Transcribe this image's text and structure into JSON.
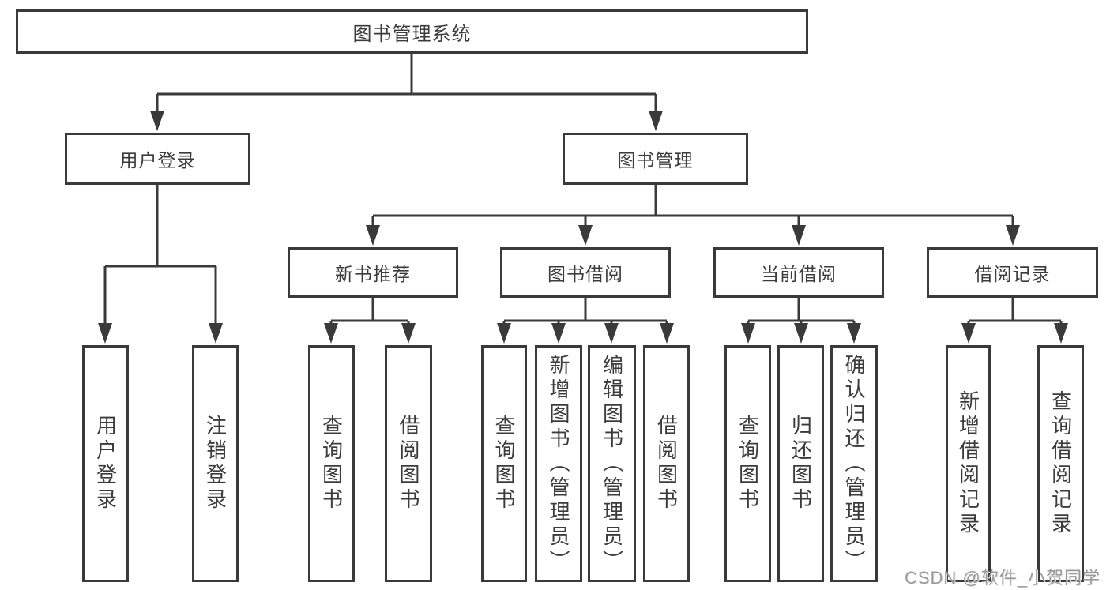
{
  "tree": {
    "label": "图书管理系统",
    "children": [
      {
        "label": "用户登录",
        "children": [
          {
            "label": "用户登录"
          },
          {
            "label": "注销登录"
          }
        ]
      },
      {
        "label": "图书管理",
        "children": [
          {
            "label": "新书推荐",
            "children": [
              {
                "label": "查询图书"
              },
              {
                "label": "借阅图书"
              }
            ]
          },
          {
            "label": "图书借阅",
            "children": [
              {
                "label": "查询图书"
              },
              {
                "label": "新增图书（管理员）"
              },
              {
                "label": "编辑图书（管理员）"
              },
              {
                "label": "借阅图书"
              }
            ]
          },
          {
            "label": "当前借阅",
            "children": [
              {
                "label": "查询图书"
              },
              {
                "label": "归还图书"
              },
              {
                "label": "确认归还（管理员）"
              }
            ]
          },
          {
            "label": "借阅记录",
            "children": [
              {
                "label": "新增借阅记录"
              },
              {
                "label": "查询借阅记录"
              }
            ]
          }
        ]
      }
    ]
  },
  "watermark": {
    "text": "CSDN @软件_小贺同学"
  },
  "colors": {
    "line": "#3a3a3a",
    "text": "#3c3c3c",
    "watermark": "#9a9a9a",
    "background": "#ffffff"
  }
}
